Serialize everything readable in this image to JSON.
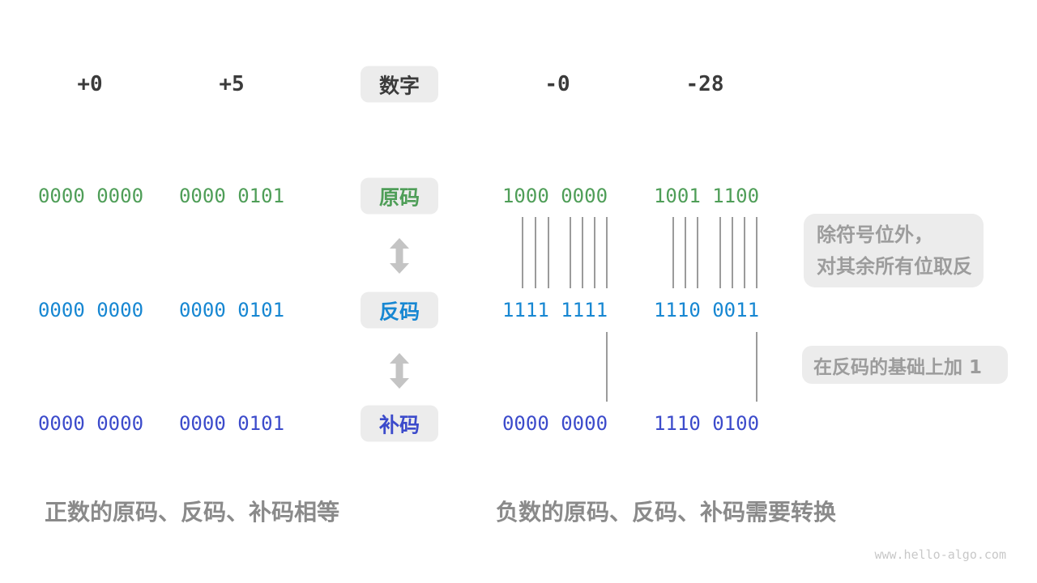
{
  "header": {
    "number_label": "数字",
    "columns": [
      "+0",
      "+5",
      "-0",
      "-28"
    ]
  },
  "rows": [
    {
      "id": "sign-magnitude",
      "label": "原码",
      "color": "#4f9e58",
      "values": [
        "0000 0000",
        "0000 0101",
        "1000 0000",
        "1001 1100"
      ]
    },
    {
      "id": "ones-complement",
      "label": "反码",
      "color": "#1787d2",
      "values": [
        "0000 0000",
        "0000 0101",
        "1111 1111",
        "1110 0011"
      ]
    },
    {
      "id": "twos-complement",
      "label": "补码",
      "color": "#3c4bcb",
      "values": [
        "0000 0000",
        "0000 0101",
        "0000 0000",
        "1110 0100"
      ]
    }
  ],
  "annotations": {
    "invert_line1": "除符号位外，",
    "invert_line2": "对其余所有位取反",
    "add_one": "在反码的基础上加 1"
  },
  "captions": {
    "positive": "正数的原码、反码、补码相等",
    "negative": "负数的原码、反码、补码需要转换"
  },
  "watermark": "www.hello-algo.com",
  "colors": {
    "sign_magnitude_green": "#4f9e58",
    "ones_complement_blue": "#1787d2",
    "twos_complement_indigo": "#3c4bcb",
    "header_dark": "#3b3b3b",
    "pill_background": "#ececec",
    "annotation_gray": "#9c9c9c",
    "caption_gray": "#8a8a8a",
    "arrow_gray": "#c4c4c4"
  }
}
